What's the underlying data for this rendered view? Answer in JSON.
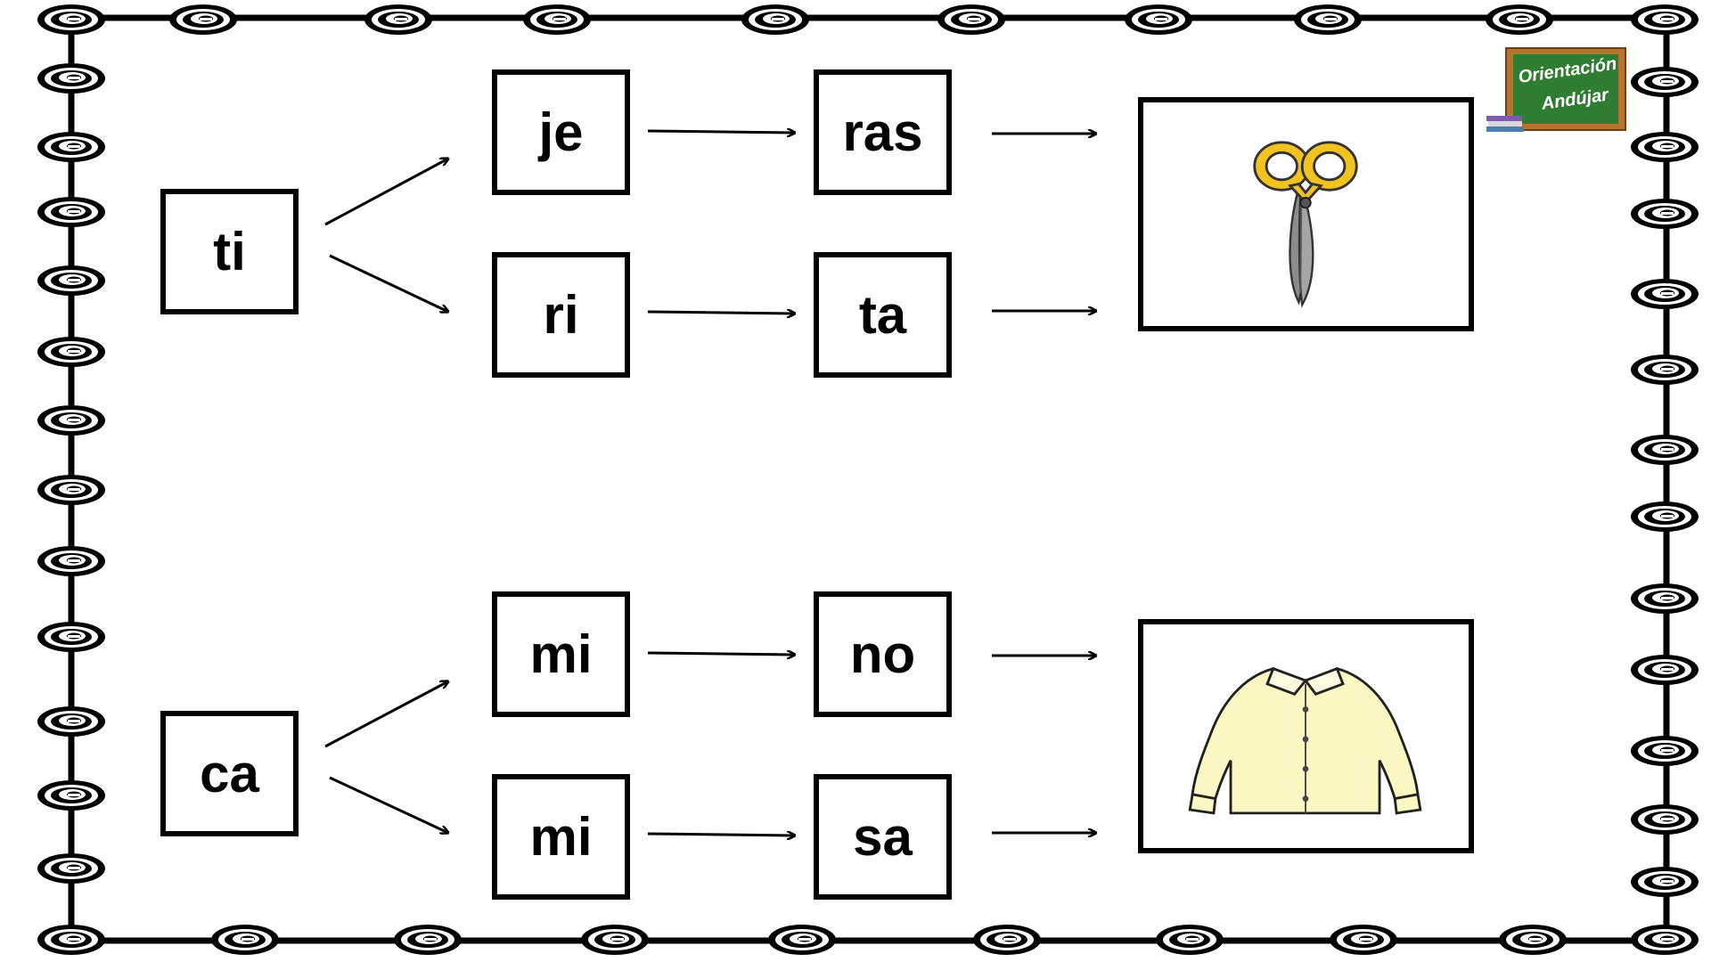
{
  "logo": {
    "line1": "Orientación",
    "line2": "Andújar"
  },
  "colors": {
    "board_green": "#2f7d32",
    "board_frame": "#b8732f",
    "scissor_handle": "#f2c21e",
    "scissor_blade": "#8c8c8c",
    "shirt": "#fbf8c4"
  },
  "groups": [
    {
      "start": "ti",
      "upper": {
        "syllable2": "je",
        "syllable3": "ras"
      },
      "lower": {
        "syllable2": "ri",
        "syllable3": "ta"
      },
      "picture": "scissors-icon"
    },
    {
      "start": "ca",
      "upper": {
        "syllable2": "mi",
        "syllable3": "no"
      },
      "lower": {
        "syllable2": "mi",
        "syllable3": "sa"
      },
      "picture": "shirt-icon"
    }
  ]
}
